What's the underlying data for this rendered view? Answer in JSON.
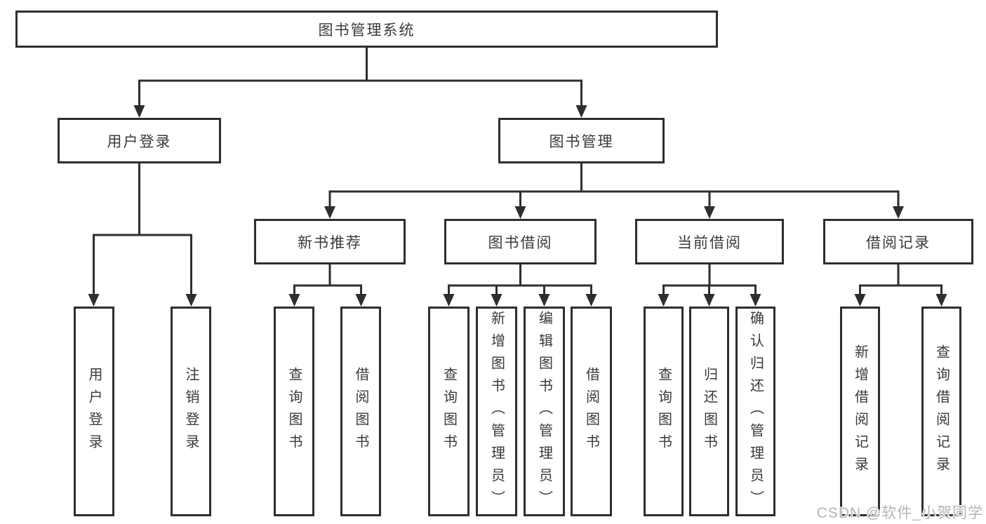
{
  "diagram_title": "图书管理系统",
  "nodes": {
    "root": "图书管理系统",
    "user_login": "用户登录",
    "book_mgmt": "图书管理",
    "new_book_rec": "新书推荐",
    "book_borrow": "图书借阅",
    "current_borrow": "当前借阅",
    "borrow_record": "借阅记录",
    "ul_login": "用户登录",
    "ul_logout": "注销登录",
    "nb_query": "查询图书",
    "nb_borrow": "借阅图书",
    "bb_query": "查询图书",
    "bb_add": "新增图书（管理员）",
    "bb_edit": "编辑图书（管理员）",
    "bb_borrow": "借阅图书",
    "cb_query": "查询图书",
    "cb_return": "归还图书",
    "cb_confirm": "确认归还（管理员）",
    "br_add": "新增借阅记录",
    "br_query": "查询借阅记录"
  },
  "edges": [
    [
      "root",
      "user_login"
    ],
    [
      "root",
      "book_mgmt"
    ],
    [
      "user_login",
      "ul_login"
    ],
    [
      "user_login",
      "ul_logout"
    ],
    [
      "book_mgmt",
      "new_book_rec"
    ],
    [
      "book_mgmt",
      "book_borrow"
    ],
    [
      "book_mgmt",
      "current_borrow"
    ],
    [
      "book_mgmt",
      "borrow_record"
    ],
    [
      "new_book_rec",
      "nb_query"
    ],
    [
      "new_book_rec",
      "nb_borrow"
    ],
    [
      "book_borrow",
      "bb_query"
    ],
    [
      "book_borrow",
      "bb_add"
    ],
    [
      "book_borrow",
      "bb_edit"
    ],
    [
      "book_borrow",
      "bb_borrow"
    ],
    [
      "current_borrow",
      "cb_query"
    ],
    [
      "current_borrow",
      "cb_return"
    ],
    [
      "current_borrow",
      "cb_confirm"
    ],
    [
      "borrow_record",
      "br_add"
    ],
    [
      "borrow_record",
      "br_query"
    ]
  ],
  "watermark": {
    "text": "CSDN @软件_小贺同学"
  },
  "colors": {
    "background": "#ffffff",
    "box_border": "#2e2e2e",
    "line": "#2e2e2e",
    "text": "#3a3a3a",
    "watermark": "#b4b4b4"
  }
}
